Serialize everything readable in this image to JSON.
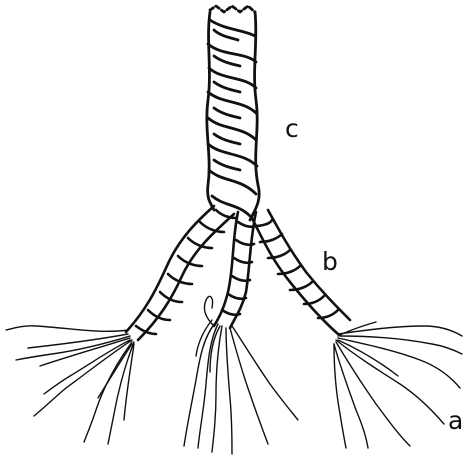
{
  "labels": {
    "fiber": "a",
    "strand": "b",
    "rope": "c"
  },
  "colors": {
    "ink": "#111111",
    "paper": "#ffffff"
  }
}
